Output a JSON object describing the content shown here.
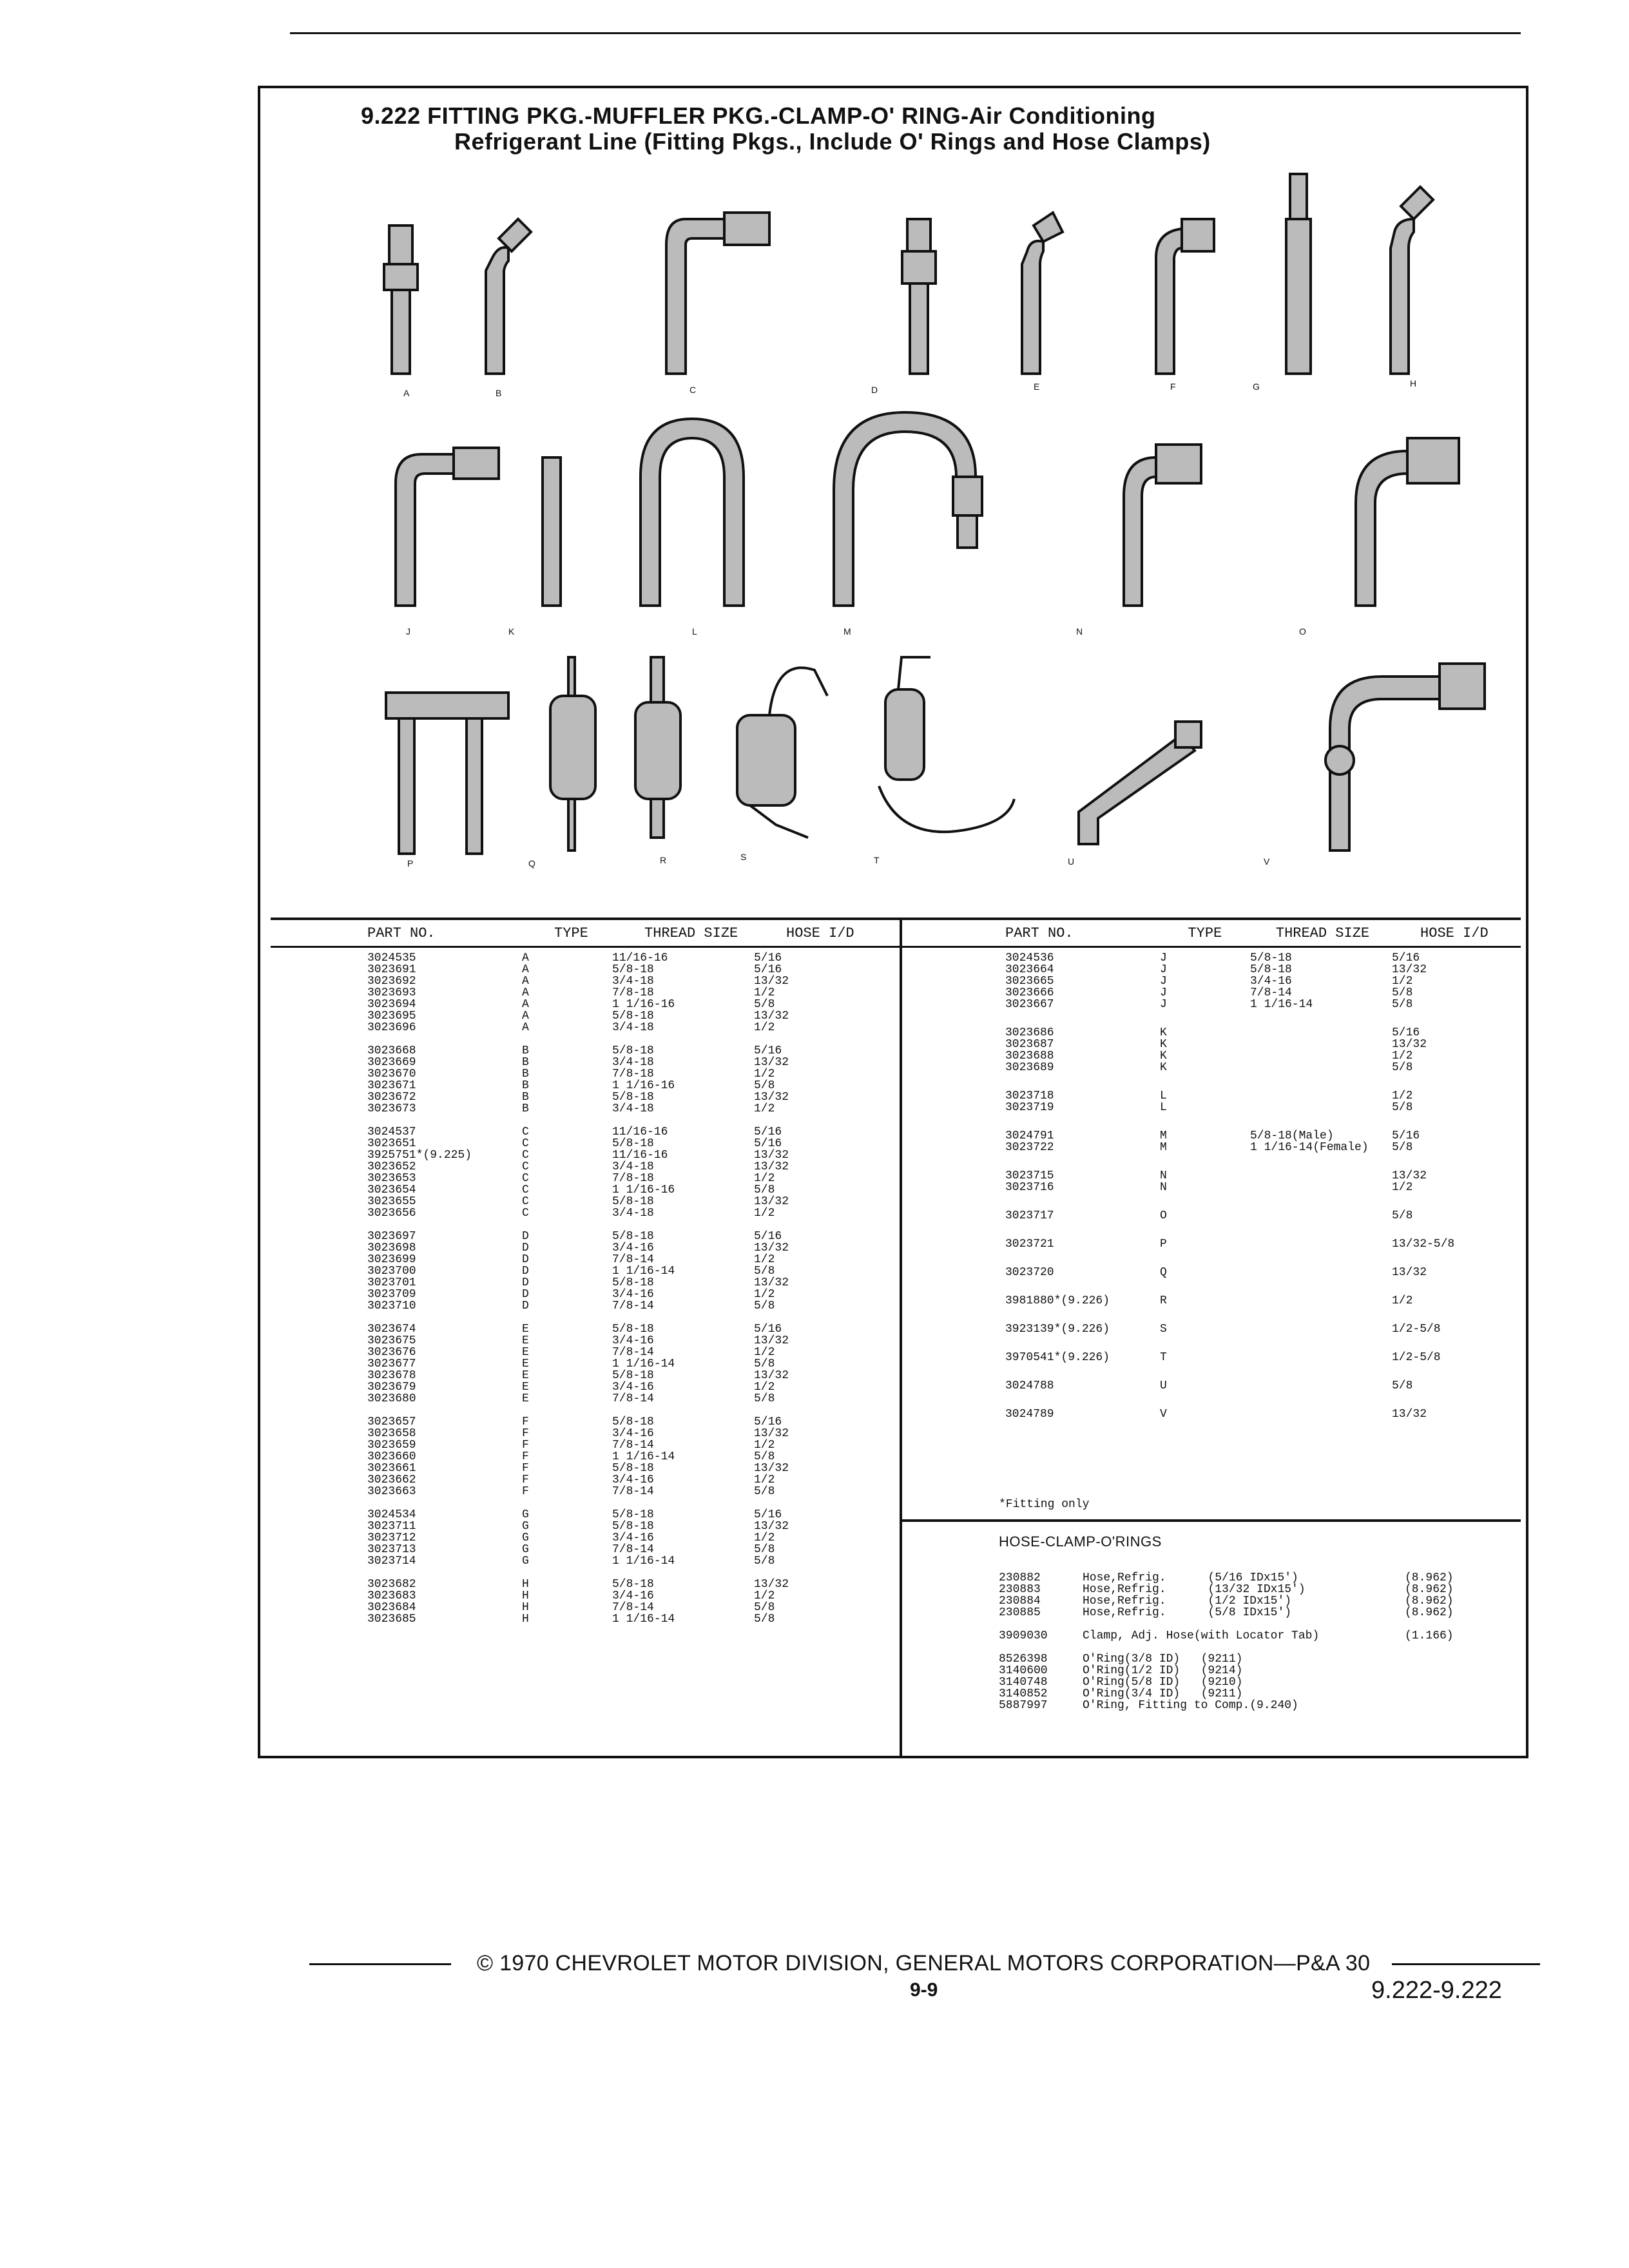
{
  "title": {
    "line1": "9.222   FITTING PKG.-MUFFLER PKG.-CLAMP-O' RING-Air Conditioning",
    "line2": "Refrigerant Line (Fitting Pkgs., Include O' Rings and Hose Clamps)"
  },
  "figure_labels": [
    "A",
    "B",
    "C",
    "D",
    "E",
    "F",
    "G",
    "H",
    "J",
    "K",
    "L",
    "M",
    "N",
    "O",
    "P",
    "Q",
    "R",
    "S",
    "T",
    "U",
    "V"
  ],
  "left_table": {
    "headers": {
      "part": "PART NO.",
      "type": "TYPE",
      "thread": "THREAD SIZE",
      "hose": "HOSE I/D"
    },
    "groups": [
      [
        [
          "3024535",
          "A",
          "11/16-16",
          "5/16"
        ],
        [
          "3023691",
          "A",
          "5/8-18",
          "5/16"
        ],
        [
          "3023692",
          "A",
          "3/4-18",
          "13/32"
        ],
        [
          "3023693",
          "A",
          "7/8-18",
          "1/2"
        ],
        [
          "3023694",
          "A",
          "1 1/16-16",
          "5/8"
        ],
        [
          "3023695",
          "A",
          "5/8-18",
          "13/32"
        ],
        [
          "3023696",
          "A",
          "3/4-18",
          "1/2"
        ]
      ],
      [
        [
          "3023668",
          "B",
          "5/8-18",
          "5/16"
        ],
        [
          "3023669",
          "B",
          "3/4-18",
          "13/32"
        ],
        [
          "3023670",
          "B",
          "7/8-18",
          "1/2"
        ],
        [
          "3023671",
          "B",
          "1 1/16-16",
          "5/8"
        ],
        [
          "3023672",
          "B",
          "5/8-18",
          "13/32"
        ],
        [
          "3023673",
          "B",
          "3/4-18",
          "1/2"
        ]
      ],
      [
        [
          "3024537",
          "C",
          "11/16-16",
          "5/16"
        ],
        [
          "3023651",
          "C",
          "5/8-18",
          "5/16"
        ],
        [
          "3925751*(9.225)",
          "C",
          "11/16-16",
          "13/32"
        ],
        [
          "3023652",
          "C",
          "3/4-18",
          "13/32"
        ],
        [
          "3023653",
          "C",
          "7/8-18",
          "1/2"
        ],
        [
          "3023654",
          "C",
          "1 1/16-16",
          "5/8"
        ],
        [
          "3023655",
          "C",
          "5/8-18",
          "13/32"
        ],
        [
          "3023656",
          "C",
          "3/4-18",
          "1/2"
        ]
      ],
      [
        [
          "3023697",
          "D",
          "5/8-18",
          "5/16"
        ],
        [
          "3023698",
          "D",
          "3/4-16",
          "13/32"
        ],
        [
          "3023699",
          "D",
          "7/8-14",
          "1/2"
        ],
        [
          "3023700",
          "D",
          "1 1/16-14",
          "5/8"
        ],
        [
          "3023701",
          "D",
          "5/8-18",
          "13/32"
        ],
        [
          "3023709",
          "D",
          "3/4-16",
          "1/2"
        ],
        [
          "3023710",
          "D",
          "7/8-14",
          "5/8"
        ]
      ],
      [
        [
          "3023674",
          "E",
          "5/8-18",
          "5/16"
        ],
        [
          "3023675",
          "E",
          "3/4-16",
          "13/32"
        ],
        [
          "3023676",
          "E",
          "7/8-14",
          "1/2"
        ],
        [
          "3023677",
          "E",
          "1 1/16-14",
          "5/8"
        ],
        [
          "3023678",
          "E",
          "5/8-18",
          "13/32"
        ],
        [
          "3023679",
          "E",
          "3/4-16",
          "1/2"
        ],
        [
          "3023680",
          "E",
          "7/8-14",
          "5/8"
        ]
      ],
      [
        [
          "3023657",
          "F",
          "5/8-18",
          "5/16"
        ],
        [
          "3023658",
          "F",
          "3/4-16",
          "13/32"
        ],
        [
          "3023659",
          "F",
          "7/8-14",
          "1/2"
        ],
        [
          "3023660",
          "F",
          "1 1/16-14",
          "5/8"
        ],
        [
          "3023661",
          "F",
          "5/8-18",
          "13/32"
        ],
        [
          "3023662",
          "F",
          "3/4-16",
          "1/2"
        ],
        [
          "3023663",
          "F",
          "7/8-14",
          "5/8"
        ]
      ],
      [
        [
          "3024534",
          "G",
          "5/8-18",
          "5/16"
        ],
        [
          "3023711",
          "G",
          "5/8-18",
          "13/32"
        ],
        [
          "3023712",
          "G",
          "3/4-16",
          "1/2"
        ],
        [
          "3023713",
          "G",
          "7/8-14",
          "5/8"
        ],
        [
          "3023714",
          "G",
          "1 1/16-14",
          "5/8"
        ]
      ],
      [
        [
          "3023682",
          "H",
          "5/8-18",
          "13/32"
        ],
        [
          "3023683",
          "H",
          "3/4-16",
          "1/2"
        ],
        [
          "3023684",
          "H",
          "7/8-14",
          "5/8"
        ],
        [
          "3023685",
          "H",
          "1 1/16-14",
          "5/8"
        ]
      ]
    ]
  },
  "right_table": {
    "headers": {
      "part": "PART NO.",
      "type": "TYPE",
      "thread": "THREAD SIZE",
      "hose": "HOSE I/D"
    },
    "groups": [
      [
        [
          "3024536",
          "J",
          "5/8-18",
          "5/16"
        ],
        [
          "3023664",
          "J",
          "5/8-18",
          "13/32"
        ],
        [
          "3023665",
          "J",
          "3/4-16",
          "1/2"
        ],
        [
          "3023666",
          "J",
          "7/8-14",
          "5/8"
        ],
        [
          "3023667",
          "J",
          "1 1/16-14",
          "5/8"
        ]
      ],
      [
        [
          "3023686",
          "K",
          "",
          "5/16"
        ],
        [
          "3023687",
          "K",
          "",
          "13/32"
        ],
        [
          "3023688",
          "K",
          "",
          "1/2"
        ],
        [
          "3023689",
          "K",
          "",
          "5/8"
        ]
      ],
      [
        [
          "3023718",
          "L",
          "",
          "1/2"
        ],
        [
          "3023719",
          "L",
          "",
          "5/8"
        ]
      ],
      [
        [
          "3024791",
          "M",
          "5/8-18(Male)",
          "5/16"
        ],
        [
          "3023722",
          "M",
          "1 1/16-14(Female)",
          "5/8"
        ]
      ],
      [
        [
          "3023715",
          "N",
          "",
          "13/32"
        ],
        [
          "3023716",
          "N",
          "",
          "1/2"
        ]
      ],
      [
        [
          "3023717",
          "O",
          "",
          "5/8"
        ]
      ],
      [
        [
          "3023721",
          "P",
          "",
          "13/32-5/8"
        ]
      ],
      [
        [
          "3023720",
          "Q",
          "",
          "13/32"
        ]
      ],
      [
        [
          "3981880*(9.226)",
          "R",
          "",
          "1/2"
        ]
      ],
      [
        [
          "3923139*(9.226)",
          "S",
          "",
          "1/2-5/8"
        ]
      ],
      [
        [
          "3970541*(9.226)",
          "T",
          "",
          "1/2-5/8"
        ]
      ],
      [
        [
          "3024788",
          "U",
          "",
          "5/8"
        ]
      ],
      [
        [
          "3024789",
          "V",
          "",
          "13/32"
        ]
      ]
    ],
    "note": "*Fitting only"
  },
  "hose_clamp": {
    "title": "HOSE-CLAMP-O'RINGS",
    "groups": [
      [
        [
          "230882",
          "Hose,Refrig.      (5/16 IDx15')",
          "(8.962)"
        ],
        [
          "230883",
          "Hose,Refrig.      (13/32 IDx15')",
          "(8.962)"
        ],
        [
          "230884",
          "Hose,Refrig.      (1/2 IDx15')",
          "(8.962)"
        ],
        [
          "230885",
          "Hose,Refrig.      (5/8 IDx15')",
          "(8.962)"
        ]
      ],
      [
        [
          "3909030",
          "Clamp, Adj. Hose(with Locator Tab)",
          "(1.166)"
        ]
      ],
      [
        [
          "8526398",
          "O'Ring(3/8 ID)   (9211)",
          ""
        ],
        [
          "3140600",
          "O'Ring(1/2 ID)   (9214)",
          ""
        ],
        [
          "3140748",
          "O'Ring(5/8 ID)   (9210)",
          ""
        ],
        [
          "3140852",
          "O'Ring(3/4 ID)   (9211)",
          ""
        ],
        [
          "5887997",
          "O'Ring, Fitting to Comp.(9.240)",
          ""
        ]
      ]
    ]
  },
  "footer": {
    "copyright": "© 1970 CHEVROLET MOTOR DIVISION, GENERAL MOTORS CORPORATION—P&A 30",
    "page": "9-9",
    "range": "9.222-9.222"
  }
}
